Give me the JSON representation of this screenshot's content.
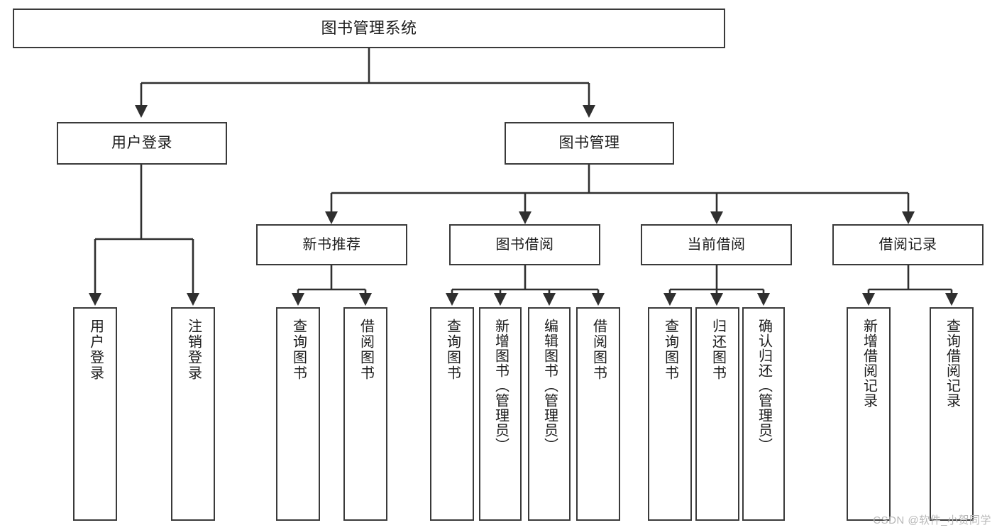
{
  "diagram": {
    "title": "图书管理系统",
    "type": "hierarchy-tree",
    "background_color": "#ffffff",
    "line_color": "#3a3a3a",
    "text_color": "#1c1c1c"
  },
  "root": {
    "label": "图书管理系统"
  },
  "level2": [
    {
      "label": "用户登录"
    },
    {
      "label": "图书管理"
    }
  ],
  "level3": [
    {
      "label": "新书推荐"
    },
    {
      "label": "图书借阅"
    },
    {
      "label": "当前借阅"
    },
    {
      "label": "借阅记录"
    }
  ],
  "leaves": {
    "user_login": [
      {
        "label": "用户登录"
      },
      {
        "label": "注销登录"
      }
    ],
    "new_book_recommend": [
      {
        "label": "查询图书"
      },
      {
        "label": "借阅图书"
      }
    ],
    "book_borrow": [
      {
        "label": "查询图书"
      },
      {
        "label": "新增图书（管理员）"
      },
      {
        "label": "编辑图书（管理员）"
      },
      {
        "label": "借阅图书"
      }
    ],
    "current_borrow": [
      {
        "label": "查询图书"
      },
      {
        "label": "归还图书"
      },
      {
        "label": "确认归还（管理员）"
      }
    ],
    "borrow_record": [
      {
        "label": "新增借阅记录"
      },
      {
        "label": "查询借阅记录"
      }
    ]
  },
  "watermark": {
    "text": "CSDN @软件_小贺同学"
  }
}
